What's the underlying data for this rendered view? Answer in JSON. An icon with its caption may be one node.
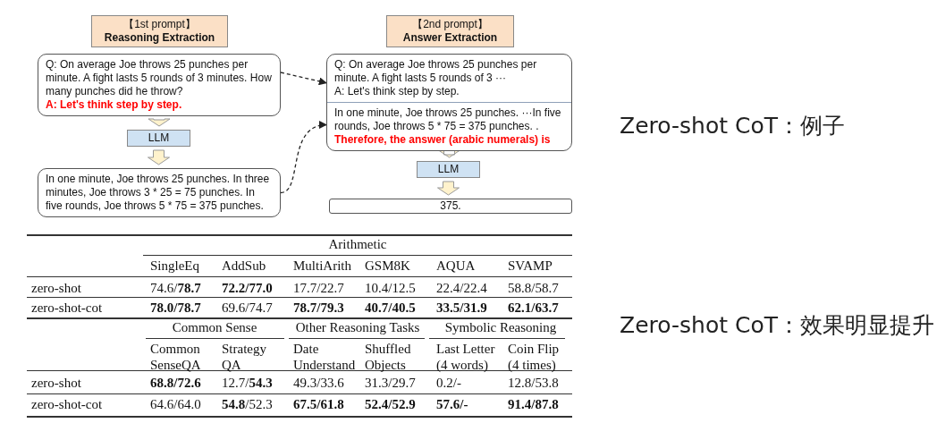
{
  "diagram": {
    "nodes": [
      {
        "text": [
          "【1st prompt】",
          "Reasoning Extraction"
        ]
      },
      {
        "text": [
          "【2nd prompt】",
          "Answer Extraction"
        ]
      },
      {
        "text": [
          "Q: On average Joe throws 25 punches per minute. A fight lasts 5 rounds of 3 minutes. How many punches did he throw?",
          "A: Let's think step by step."
        ]
      },
      {
        "text": [
          "LLM"
        ]
      },
      {
        "text": [
          "In one minute, Joe throws 25 punches. In three minutes, Joe throws 3 * 25 = 75 punches. In five rounds, Joe throws 5 * 75 = 375 punches."
        ]
      },
      {
        "text": [
          "Q: On average Joe throws 25 punches per minute. A fight lasts 5 rounds of 3 ···",
          "A: Let's think step by step.",
          "In one minute, Joe throws 25 punches. ···In five rounds, Joe throws 5 * 75 = 375 punches. .",
          "Therefore, the answer (arabic numerals) is"
        ]
      },
      {
        "text": [
          "LLM"
        ]
      },
      {
        "text": [
          "375."
        ]
      }
    ],
    "edges": [
      {
        "from": 2,
        "to": 3,
        "arrow": "to"
      },
      {
        "from": 3,
        "to": 4,
        "arrow": "to"
      },
      {
        "from": 2,
        "to": 5,
        "arrow": "to",
        "style": "dashed"
      },
      {
        "from": 4,
        "to": 5,
        "arrow": "to",
        "style": "dashed"
      },
      {
        "from": 5,
        "to": 6,
        "arrow": "to"
      },
      {
        "from": 6,
        "to": 7,
        "arrow": "to"
      }
    ],
    "labels": [
      "Arithmetic",
      "SingleEq",
      "AddSub",
      "MultiArith",
      "GSM8K",
      "AQUA",
      "SVAMP",
      "zero-shot",
      "74.6/**78.7**",
      "72.2/77.0",
      "17.7/22.7",
      "10.4/12.5",
      "22.4/22.4",
      "58.8/58.7",
      "zero-shot-cot",
      "78.0/78.7",
      "69.6/74.7",
      "78.7/79.3",
      "40.7/40.5",
      "33.5/31.9",
      "62.1/63.7",
      "Common Sense",
      "Other Reasoning Tasks",
      "Symbolic Reasoning",
      "Common SenseQA",
      "Strategy QA",
      "Date Understand",
      "Shuffled Objects",
      "Last Letter (4 words)",
      "Coin Flip (4 times)",
      "zero-shot",
      "68.8/72.6",
      "12.7/**54.3**",
      "49.3/33.6",
      "31.3/29.7",
      "0.2/-",
      "12.8/53.8",
      "zero-shot-cot",
      "64.6/64.0",
      "**54.8**/52.3",
      "67.5/61.8",
      "52.4/52.9",
      "57.6/-",
      "91.4/87.8",
      "Zero-shot CoT：例子",
      "Zero-shot CoT：效果明显提升"
    ]
  }
}
